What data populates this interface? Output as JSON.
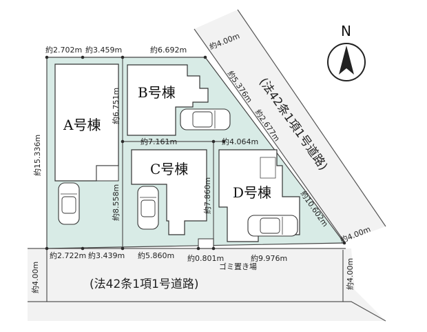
{
  "colors": {
    "lot_fill": "#d8ebe6",
    "house_fill": "#ffffff",
    "road_fill": "#efefef",
    "line": "#4a4a4a",
    "dim_dot": "#2b2b2b"
  },
  "north": {
    "letter": "N"
  },
  "houses": [
    {
      "id": "A",
      "label": "A号棟"
    },
    {
      "id": "B",
      "label": "B号棟"
    },
    {
      "id": "C",
      "label": "C号棟"
    },
    {
      "id": "D",
      "label": "D号棟"
    }
  ],
  "roads": {
    "bottom": "(法42条1項1号道路)",
    "diagonal": "(法42条1項1号道路)"
  },
  "garbage": "ゴミ置き場",
  "dims": {
    "top_a1": "約2.702m",
    "top_a2": "約3.459m",
    "top_b": "約6.692m",
    "a_left": "約15.336m",
    "b_left": "約6.751m",
    "b_diag": "約5.376m",
    "b_diag2": "約2.677m",
    "bc_mid": "約7.161m",
    "d_top": "約4.064m",
    "c_left": "約8.558m",
    "d_left": "約7.860m",
    "d_right": "約10.602m",
    "bottom_a1": "約2.722m",
    "bottom_a2": "約3.439m",
    "bottom_c": "約5.860m",
    "bottom_g": "約0.801m",
    "bottom_d": "約9.976m",
    "road_top_width": "約4.00m",
    "road_right_width": "約4.00m",
    "road_left_width": "約4.00m",
    "road_bottom_right_width": "約4.00m"
  }
}
